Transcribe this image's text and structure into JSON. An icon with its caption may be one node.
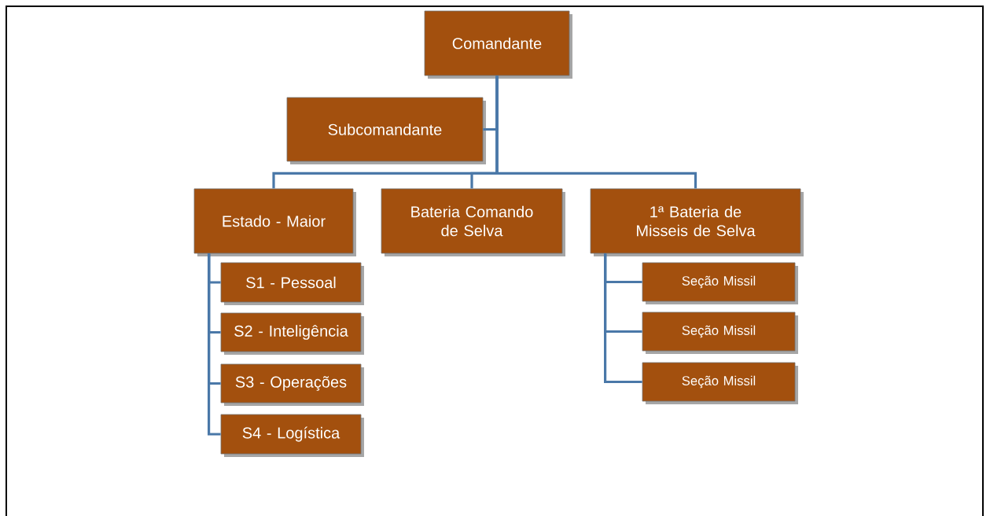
{
  "diagram": {
    "nodes": [
      {
        "text": [
          "Comandante"
        ]
      },
      {
        "text": [
          "Subcomandante"
        ]
      },
      {
        "text": [
          "Estado - Maior"
        ]
      },
      {
        "text": [
          "Bateria Comando de Selva"
        ]
      },
      {
        "text": [
          "1ª Bateria de Misseis de Selva"
        ]
      },
      {
        "text": [
          "S1 - Pessoal"
        ]
      },
      {
        "text": [
          "S2 - Inteligência"
        ]
      },
      {
        "text": [
          "S3 - Operações"
        ]
      },
      {
        "text": [
          "S4 - Logística"
        ]
      },
      {
        "text": [
          "Seção Missil"
        ]
      },
      {
        "text": [
          "Seção Missil"
        ]
      },
      {
        "text": [
          "Seção Missil"
        ]
      }
    ],
    "edges": [
      {
        "from": 0,
        "to": 1,
        "arrow": "none"
      },
      {
        "from": 0,
        "to": 2,
        "arrow": "none"
      },
      {
        "from": 0,
        "to": 3,
        "arrow": "none"
      },
      {
        "from": 0,
        "to": 4,
        "arrow": "none"
      },
      {
        "from": 2,
        "to": 5,
        "arrow": "none"
      },
      {
        "from": 2,
        "to": 6,
        "arrow": "none"
      },
      {
        "from": 2,
        "to": 7,
        "arrow": "none"
      },
      {
        "from": 2,
        "to": 8,
        "arrow": "none"
      },
      {
        "from": 4,
        "to": 9,
        "arrow": "none"
      },
      {
        "from": 4,
        "to": 10,
        "arrow": "none"
      },
      {
        "from": 4,
        "to": 11,
        "arrow": "none"
      }
    ]
  }
}
